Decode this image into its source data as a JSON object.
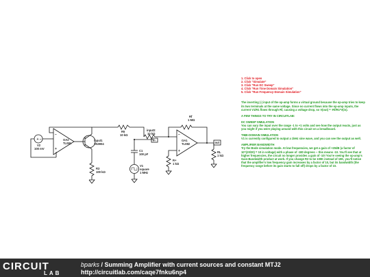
{
  "schematic": {
    "v2": {
      "name": "V2",
      "value": "100 mV"
    },
    "oa2": {
      "name": "OA2",
      "part": "TL081"
    },
    "input1": {
      "name": "input1",
      "part": "2N3904"
    },
    "r5": {
      "name": "R5",
      "value": "10 kΩ"
    },
    "r3": {
      "name": "R3",
      "value": "100 kΩ"
    },
    "c1": {
      "name": "C1",
      "value": "100 pF"
    },
    "v1": {
      "name": "V1",
      "line1": "square",
      "line2": "1 MHz"
    },
    "input2": {
      "name": "input2",
      "value": "10 kΩ"
    },
    "node_in": "in",
    "rf": {
      "name": "Rf",
      "value": "1 MΩ"
    },
    "rp": {
      "name": "R+",
      "value": "1 kΩ"
    },
    "oa1": {
      "name": "OA1",
      "part": "TL082"
    },
    "node_out": "out",
    "rl": {
      "name": "RL",
      "value": "1 kΩ"
    }
  },
  "instructions": {
    "steps": [
      "1. Click to open",
      "2. Click \"Simulate\"",
      "3. Click \"Run DC Sweep\"",
      "4. Click \"Run Time Domain Simulation\"",
      "5. Click \"Run Frequency-Domain Simulation\""
    ],
    "intro": "The inverting (-) input of the op-amp forms a virtual ground because the op-amp tries to keep its two terminals at the same voltage. Since no current flows into the op-amp inputs, the current V1/R1 flows through Rf, causing a voltage drop, so V(out) = -Rf/R1*V(in).",
    "things_heading": "A FEW THINGS TO TRY IN CIRCUITLAB:",
    "dc_heading": "DC SWEEP SIMULATION",
    "dc_text": "You can vary the input over the range -1 to +1 volts and see how the output reacts, just as you might if you were playing around with this circuit on a breadboard.",
    "time_heading": "TIME-DOMAIN SIMULATION",
    "time_text": "V1 is currently configured to output a 1kHz sine wave, and you can see the output as well.",
    "amp_heading": "AMPLIFIER BANDWIDTH",
    "amp_text": "Try the Bode simulation mode. At low frequencies, we get a gain of +20dB (a factor of 10^(20/20) = 10 in voltage) with a phase of -180 degrees -- this means -10. You'll see that at higher frequencies, the circuit no longer provides a gain of -10! You're seeing the op-amp's Gain-Bandwidth product at work. If you change R2 to be 100K instead of 10K, you'll notice that the amplifier's low frequency gain increases by a factor of 10, but its bandwidth (the frequency range before its gain starts to fall off) drops by a factor of 10."
  },
  "footer": {
    "logo_top": "CIRCUIT",
    "logo_bottom": "LAB",
    "user": "bparks",
    "separator": " / ",
    "title": "Summing Amplifier with current sources and constant MTJ2",
    "url": "http://circuitlab.com/caqe7fnku6np4"
  }
}
